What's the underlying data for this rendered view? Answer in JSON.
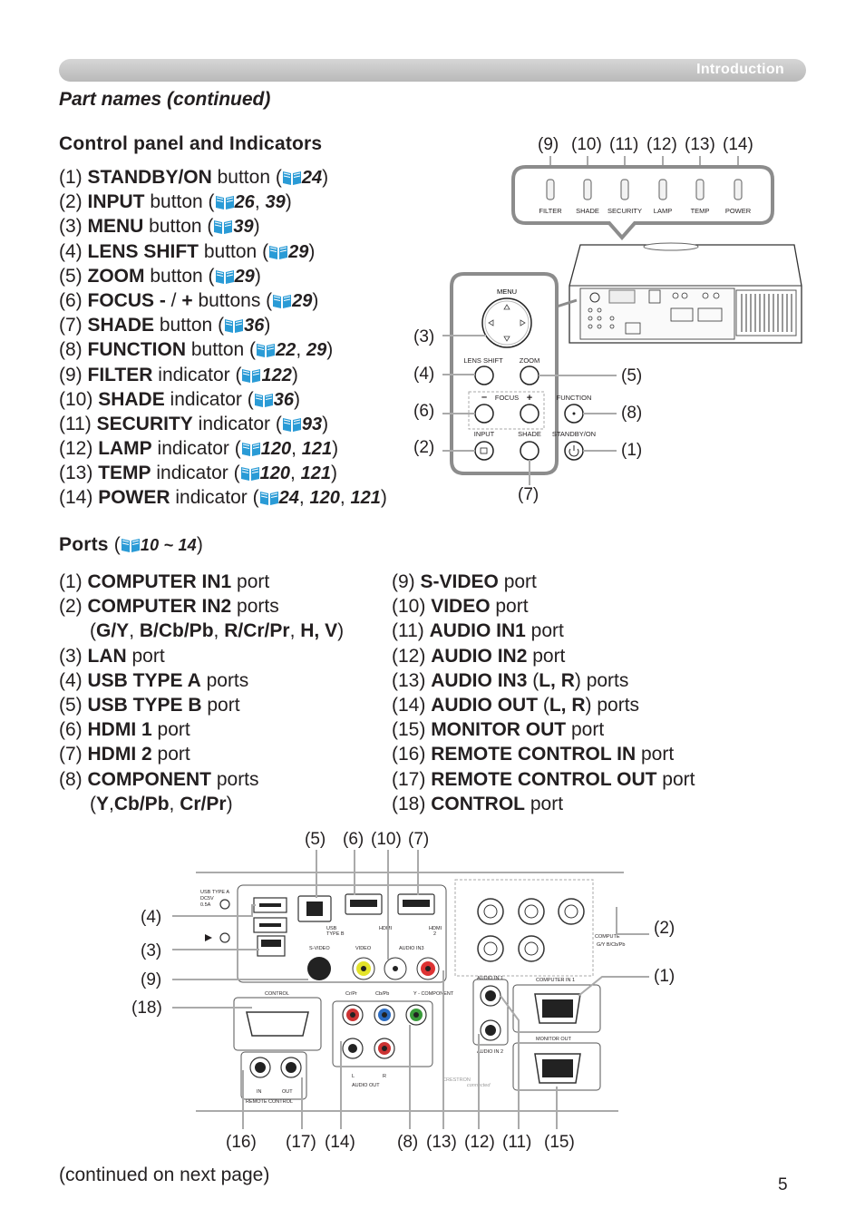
{
  "header": {
    "section": "Introduction"
  },
  "subtitle": "Part names (continued)",
  "control": {
    "heading": "Control panel and Indicators",
    "items": [
      {
        "num": "(1) ",
        "name": "STANDBY/ON",
        "type": " button (",
        "ref": "24",
        "close": ")"
      },
      {
        "num": "(2) ",
        "name": "INPUT",
        "type": " button (",
        "ref": "26",
        "sep": ", ",
        "ref2": "39",
        "close": ")"
      },
      {
        "num": "(3) ",
        "name": "MENU",
        "type": " button (",
        "ref": "39",
        "close": ")"
      },
      {
        "num": "(4) ",
        "name": "LENS SHIFT",
        "type": " button (",
        "ref": "29",
        "close": ")"
      },
      {
        "num": "(5) ",
        "name": "ZOOM",
        "type": " button (",
        "ref": "29",
        "close": ")"
      },
      {
        "num": "(6) ",
        "name": "FOCUS - ",
        "mid": "/ ",
        "name2": "+",
        "type": " buttons (",
        "ref": "29",
        "close": ")"
      },
      {
        "num": "(7) ",
        "name": "SHADE",
        "type": " button (",
        "ref": "36",
        "close": ")"
      },
      {
        "num": "(8) ",
        "name": "FUNCTION",
        "type": " button (",
        "ref": "22",
        "sep": ", ",
        "ref2": "29",
        "close": ")"
      },
      {
        "num": "(9) ",
        "name": "FILTER",
        "type": " indicator (",
        "ref": "122",
        "close": ")"
      },
      {
        "num": "(10) ",
        "name": "SHADE",
        "type": " indicator (",
        "ref": "36",
        "close": ")"
      },
      {
        "num": "(11) ",
        "name": "SECURITY",
        "type": " indicator (",
        "ref": "93",
        "close": ")"
      },
      {
        "num": "(12) ",
        "name": "LAMP",
        "type": " indicator (",
        "ref": "120",
        "sep": ", ",
        "ref2": "121",
        "close": ")"
      },
      {
        "num": "(13) ",
        "name": "TEMP",
        "type": " indicator (",
        "ref": "120",
        "sep": ", ",
        "ref2": "121",
        "close": ")"
      },
      {
        "num": "(14) ",
        "name": "POWER",
        "type": " indicator (",
        "ref": "24",
        "sep": ", ",
        "ref2": "120",
        "sep2": ", ",
        "ref3": "121",
        "close": ")"
      }
    ]
  },
  "ports": {
    "heading": "Ports",
    "open": " (",
    "ref": "10 ~ 14",
    "close": ")",
    "left": [
      {
        "num": "(1) ",
        "name": "COMPUTER IN1",
        "type": " port"
      },
      {
        "num": "(2) ",
        "name": "COMPUTER IN2",
        "type": " ports"
      },
      {
        "num": "(3) ",
        "name": "LAN",
        "type": " port"
      },
      {
        "num": "(4) ",
        "name": "USB TYPE A",
        "type": " ports"
      },
      {
        "num": "(5) ",
        "name": "USB TYPE B",
        "type": " port"
      },
      {
        "num": "(6) ",
        "name": "HDMI 1",
        "type": " port"
      },
      {
        "num": "(7) ",
        "name": "HDMI 2",
        "type": " port"
      },
      {
        "num": "(8) ",
        "name": "COMPONENT",
        "type": " ports"
      }
    ],
    "comp2_sub": {
      "o": "(",
      "a": "G/Y",
      "s1": ", ",
      "b": "B/Cb/Pb",
      "s2": ", ",
      "c": "R/Cr/Pr",
      "s3": ", ",
      "d": "H, V",
      "c2": ")"
    },
    "comp_sub": {
      "o": "(",
      "a": "Y",
      "s1": ",",
      "b": "Cb/Pb",
      "s2": ", ",
      "c": "Cr/Pr",
      "c2": ")"
    },
    "right": [
      {
        "num": "(9) ",
        "name": "S-VIDEO",
        "type": " port"
      },
      {
        "num": "(10) ",
        "name": "VIDEO",
        "type": " port"
      },
      {
        "num": "(11) ",
        "name": "AUDIO IN1",
        "type": " port"
      },
      {
        "num": "(12) ",
        "name": "AUDIO IN2",
        "type": " port"
      },
      {
        "num": "(13) ",
        "name": "AUDIO IN3",
        "type": " (",
        "b2": "L, R",
        "type2": ") ports"
      },
      {
        "num": "(14) ",
        "name": "AUDIO OUT",
        "type": " (",
        "b2": "L, R",
        "type2": ") ports"
      },
      {
        "num": "(15) ",
        "name": "MONITOR OUT",
        "type": " port"
      },
      {
        "num": "(16) ",
        "name": "REMOTE CONTROL IN",
        "type": " port"
      },
      {
        "num": "(17) ",
        "name": "REMOTE CONTROL OUT",
        "type": " port"
      },
      {
        "num": "(18) ",
        "name": "CONTROL",
        "type": " port"
      }
    ]
  },
  "panel_figure": {
    "top_nums": [
      "(9)",
      "(10)",
      "(11)",
      "(12)",
      "(13)",
      "(14)"
    ],
    "indicators": [
      "FILTER",
      "SHADE",
      "SECURITY",
      "LAMP",
      "TEMP",
      "POWER"
    ],
    "buttons": {
      "menu": "MENU",
      "lens": "LENS SHIFT",
      "zoom": "ZOOM",
      "focus": "FOCUS",
      "minus": "–",
      "plus": "+",
      "function": "FUNCTION",
      "input": "INPUT",
      "shade": "SHADE",
      "standby": "STANDBY/ON"
    },
    "callouts": {
      "c3": "(3)",
      "c4": "(4)",
      "c6": "(6)",
      "c2": "(2)",
      "c5": "(5)",
      "c8": "(8)",
      "c1": "(1)",
      "c7": "(7)"
    }
  },
  "ports_figure": {
    "top_nums": {
      "n5": "(5)",
      "n6": "(6)",
      "n10": "(10)",
      "n7": "(7)"
    },
    "left_nums": {
      "n4": "(4)",
      "n3": "(3)",
      "n9": "(9)",
      "n18": "(18)"
    },
    "right_nums": {
      "n2": "(2)",
      "n1": "(1)"
    },
    "bottom_nums": {
      "n16": "(16)",
      "n17": "(17)",
      "n14": "(14)",
      "n8": "(8)",
      "n13": "(13)",
      "n12": "(12)",
      "n11": "(11)",
      "n15": "(15)"
    },
    "labels": {
      "usba": "USB TYPE A",
      "usba2": "DC5V",
      "usba3": "0.5A",
      "usbb": "USB",
      "usbb2": "TYPE B",
      "hdmi": "HDMI",
      "hdmi2": "HDMI",
      "hdmi2b": "2",
      "svideo": "S-VIDEO",
      "video": "VIDEO",
      "ain3": "AUDIO IN3",
      "control": "CONTROL",
      "crpr": "Cr/Pr",
      "cbpb": "Cb/Pb",
      "comp": "Y - COMPONENT",
      "ain1": "AUDIO IN 1",
      "ain2": "AUDIO IN 2",
      "cin1": "COMPUTER IN 1",
      "compute": "COMPUTE",
      "gy": "G/Y  B/Cb/Pb",
      "mout": "MONITOR OUT",
      "aout": "AUDIO OUT",
      "l": "L",
      "r": "R",
      "in": "IN",
      "out": "OUT",
      "remote": "REMOTE CONTROL",
      "crestron": "CRESTRON",
      "connected": "connected"
    }
  },
  "footer": {
    "continued": "(continued on next page)",
    "page": "5"
  }
}
